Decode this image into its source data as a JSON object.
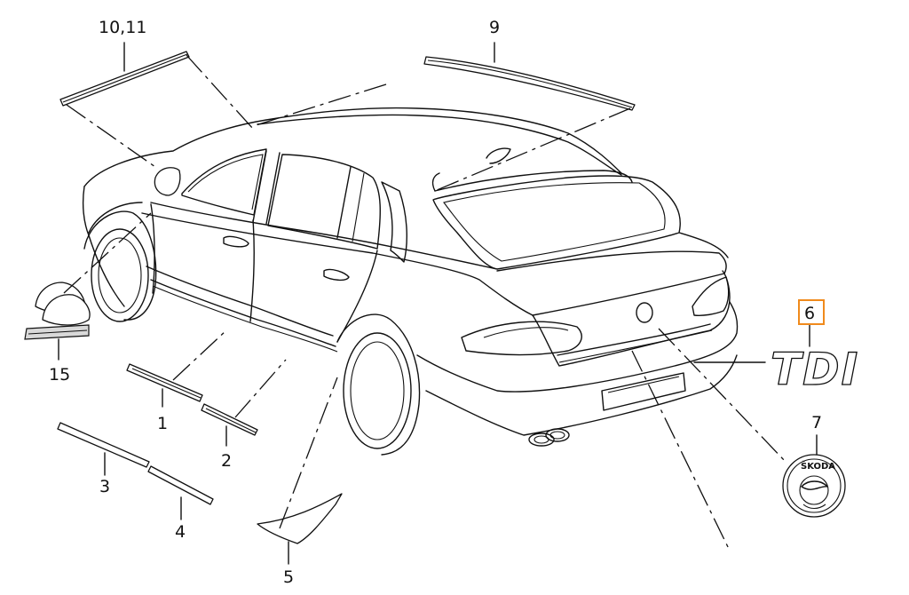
{
  "callouts": {
    "p1": "1",
    "p2": "2",
    "p3": "3",
    "p4": "4",
    "p5": "5",
    "p6": "6",
    "p7": "7",
    "p9": "9",
    "p10_11": "10,11",
    "p15": "15"
  },
  "badges": {
    "tdi_text": "TDI",
    "emblem_text": "ŠKODA"
  },
  "colors": {
    "line": "#111111",
    "highlight": "#f08a1c",
    "background": "#ffffff"
  }
}
